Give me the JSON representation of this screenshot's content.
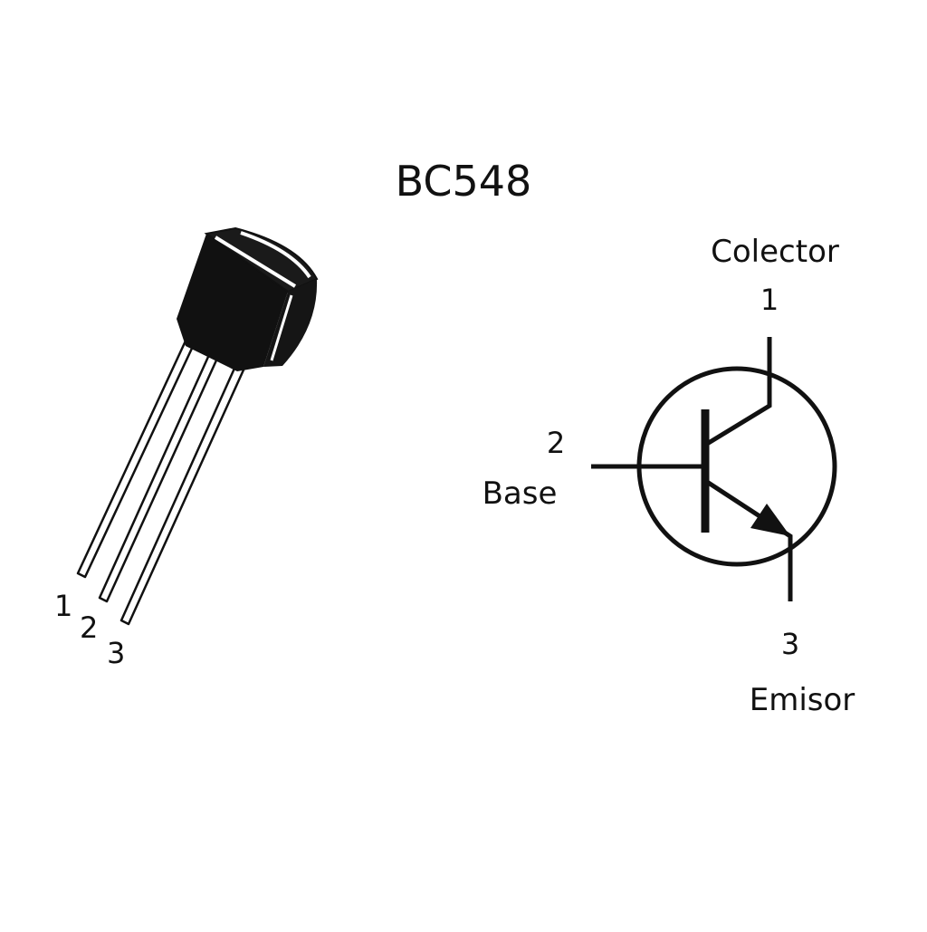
{
  "title": "BC548",
  "package": {
    "pins": [
      "1",
      "2",
      "3"
    ]
  },
  "symbol": {
    "collector": {
      "name": "Colector",
      "number": "1"
    },
    "base": {
      "name": "Base",
      "number": "2"
    },
    "emitter": {
      "name": "Emisor",
      "number": "3"
    }
  },
  "colors": {
    "ink": "#111111",
    "background": "#ffffff"
  }
}
